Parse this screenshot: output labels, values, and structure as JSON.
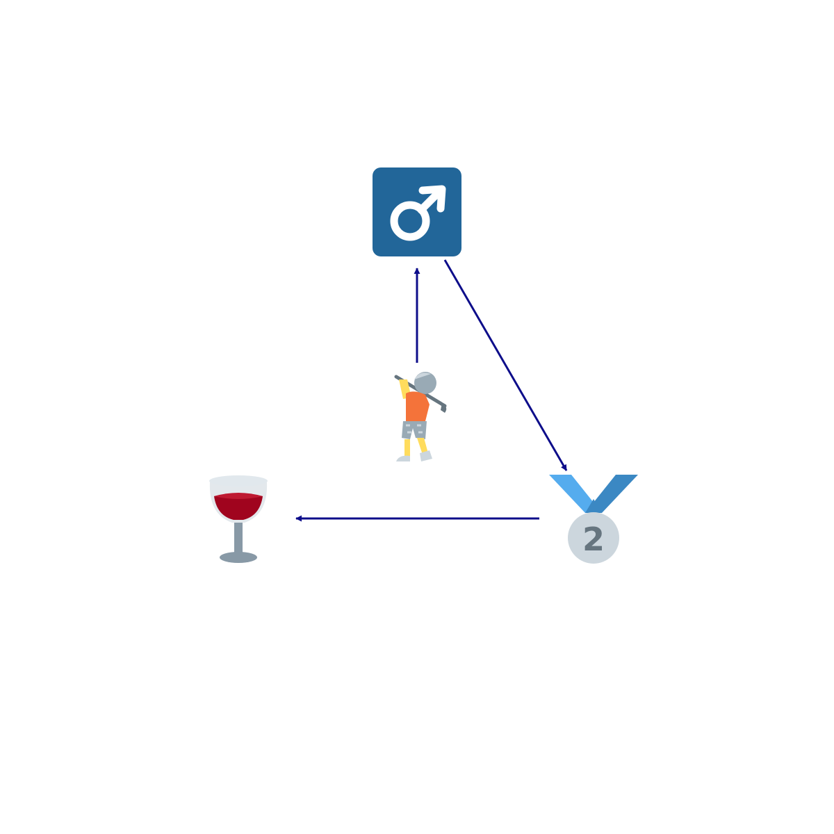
{
  "nodes": [
    {
      "id": "male",
      "icon": "male-sign-icon"
    },
    {
      "id": "golfer",
      "icon": "person-golfing-icon"
    },
    {
      "id": "medal",
      "icon": "second-place-medal-icon",
      "label": "2"
    },
    {
      "id": "wine",
      "icon": "wine-glass-icon"
    }
  ],
  "edges": [
    {
      "from": "golfer",
      "to": "male"
    },
    {
      "from": "male",
      "to": "medal"
    },
    {
      "from": "medal",
      "to": "wine"
    }
  ],
  "colors": {
    "edge": "#0d0d8a",
    "male_bg": "#226699",
    "male_fg": "#ffffff",
    "medal_ribbon_light": "#55acee",
    "medal_ribbon_dark": "#3b88c3",
    "medal_disc": "#ccd6dd",
    "medal_text": "#66757f",
    "wine": "#a0041e",
    "glass": "#8899a6",
    "shirt": "#f4733a",
    "skin": "#ffdc5d",
    "shorts": "#99aab5"
  }
}
